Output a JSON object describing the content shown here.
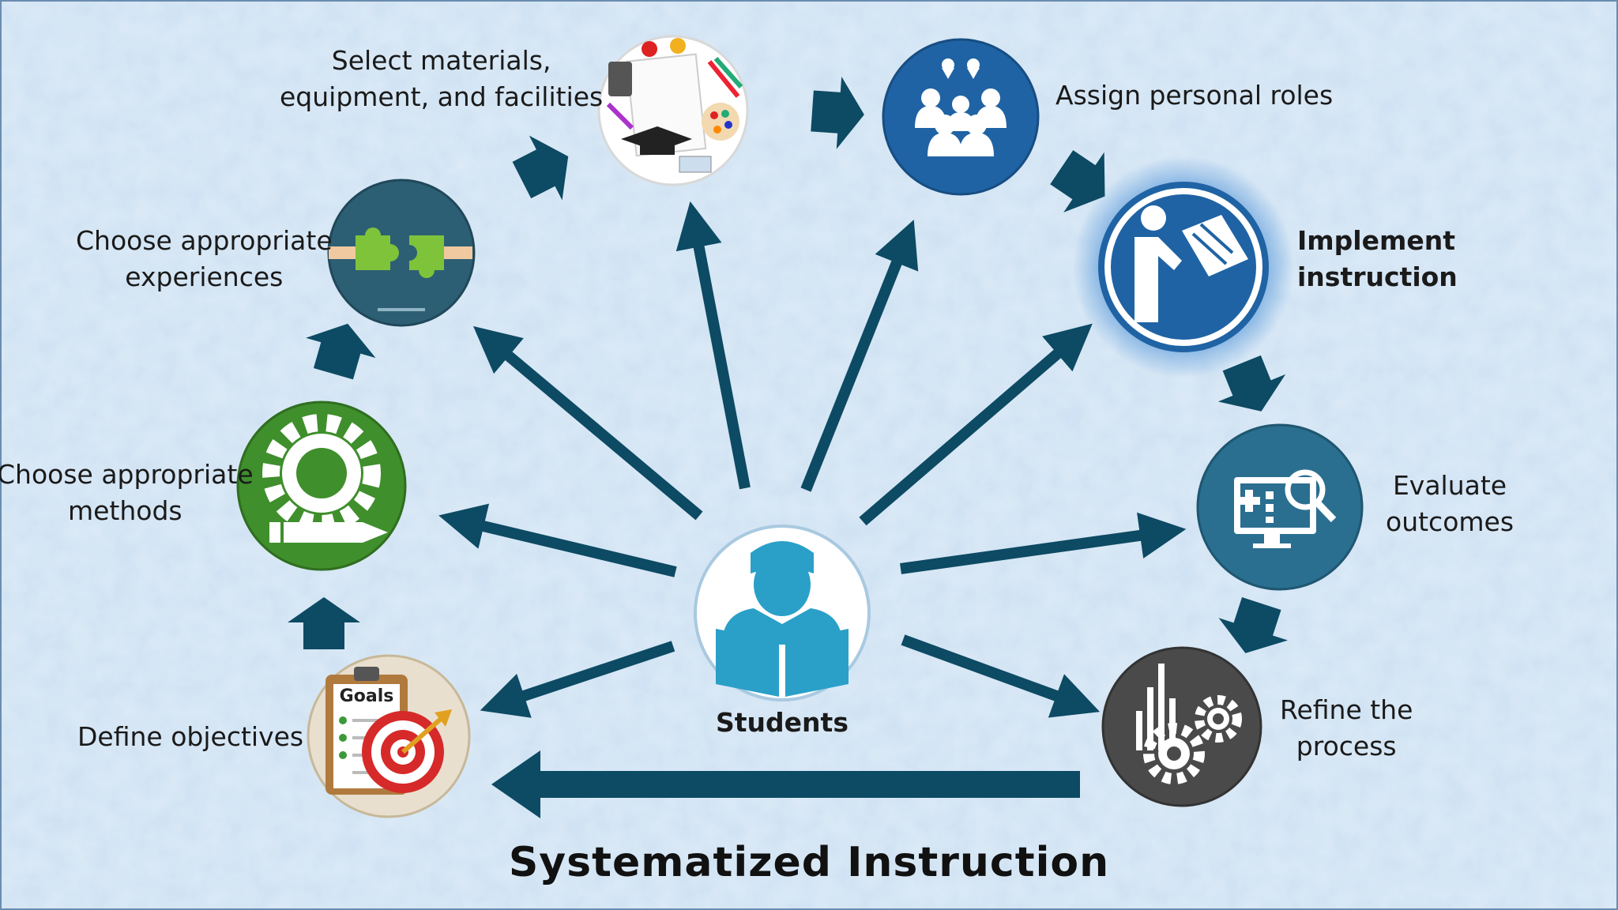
{
  "title": "Systematized Instruction",
  "center": {
    "label": "Students",
    "icon": "student-reading-icon"
  },
  "steps": [
    {
      "id": "define-objectives",
      "lines": [
        "Define objectives"
      ],
      "icon": "goals-target-icon"
    },
    {
      "id": "choose-methods",
      "lines": [
        "Choose appropriate",
        "methods"
      ],
      "icon": "gear-pencil-icon"
    },
    {
      "id": "choose-experiences",
      "lines": [
        "Choose appropriate",
        "experiences"
      ],
      "icon": "puzzle-hands-icon"
    },
    {
      "id": "select-materials",
      "lines": [
        "Select materials,",
        "equipment, and facilities"
      ],
      "icon": "school-supplies-icon"
    },
    {
      "id": "assign-roles",
      "lines": [
        "Assign personal roles"
      ],
      "icon": "people-group-icon"
    },
    {
      "id": "implement-instruction",
      "lines": [
        "Implement",
        "instruction"
      ],
      "icon": "reading-manual-icon"
    },
    {
      "id": "evaluate-outcomes",
      "lines": [
        "Evaluate",
        "outcomes"
      ],
      "icon": "monitor-magnifier-icon"
    },
    {
      "id": "refine-process",
      "lines": [
        "Refine the",
        "process"
      ],
      "icon": "gears-chart-icon"
    }
  ],
  "icon_text": {
    "goals": "Goals"
  },
  "colors": {
    "background": "#cfe2f3",
    "arrow": "#0d4a63",
    "green": "#3f8f2c",
    "blue": "#1f63a4",
    "teal": "#2a6f90",
    "gray": "#4a4a4a"
  }
}
